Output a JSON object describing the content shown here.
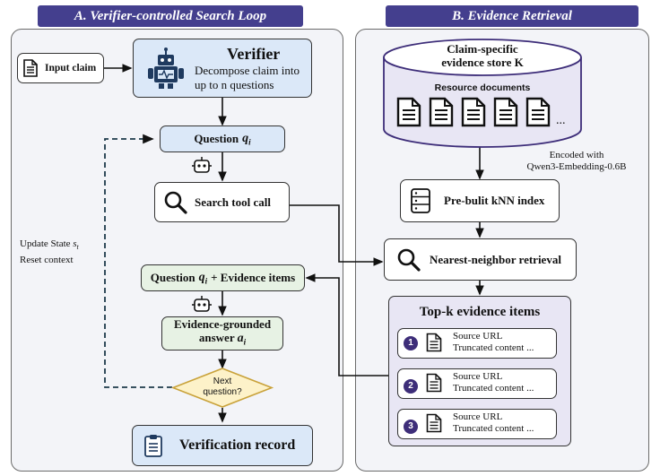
{
  "headers": {
    "a": "A. Verifier-controlled Search Loop",
    "b": "B. Evidence Retrieval"
  },
  "left": {
    "input_claim": "Input claim",
    "verifier_title": "Verifier",
    "verifier_desc_1": "Decompose claim into",
    "verifier_desc_2": "up to n questions",
    "question": "Question",
    "question_var": "q",
    "question_sub": "i",
    "search": "Search tool call",
    "q_plus_ev_prefix": "Question",
    "q_plus_ev_suffix": "+ Evidence items",
    "answer_1": "Evidence-grounded",
    "answer_2": "answer",
    "answer_var": "a",
    "next_1": "Next",
    "next_2": "question?",
    "update_state": "Update State",
    "state_var": "s",
    "state_sub": "t",
    "reset": "Reset context",
    "record": "Verification record"
  },
  "right": {
    "store_1": "Claim-specific",
    "store_2": "evidence store K",
    "resource_docs": "Resource documents",
    "ellipsis": "...",
    "encoded_1": "Encoded with",
    "encoded_2": "Qwen3-Embedding-0.6B",
    "index": "Pre-bulit kNN index",
    "nn": "Nearest-neighbor retrieval",
    "topk": "Top-k evidence items",
    "items": [
      {
        "rank": "1",
        "url": "Source URL",
        "content": "Truncated content ..."
      },
      {
        "rank": "2",
        "url": "Source URL",
        "content": "Truncated content ..."
      },
      {
        "rank": "3",
        "url": "Source URL",
        "content": "Truncated content ..."
      }
    ]
  },
  "colors": {
    "header": "#443f8e",
    "box_blue": "#dbe8f8",
    "box_green": "#e7f2e4",
    "diamond": "#fdf2c9",
    "rank_badge": "#3d2d79",
    "cylinder": "#e8e6f4"
  }
}
